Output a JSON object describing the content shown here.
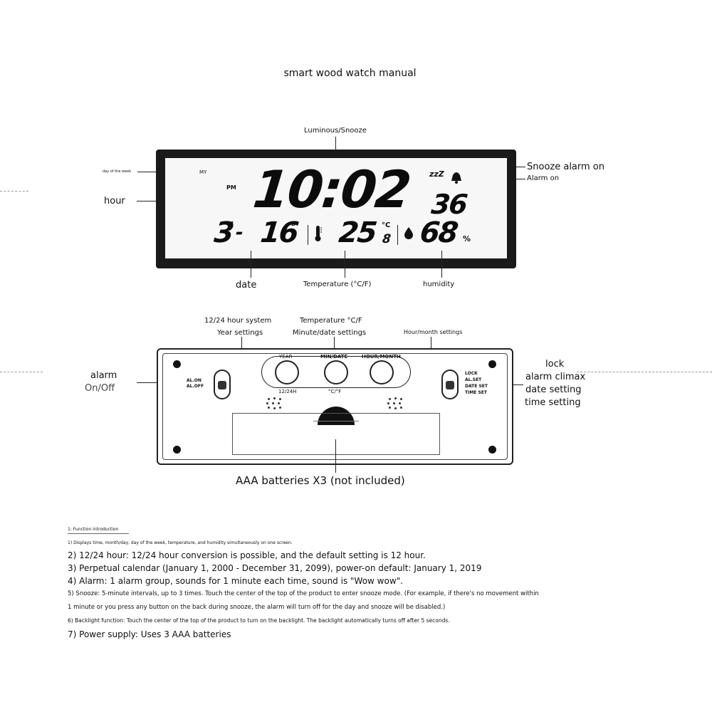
{
  "title": "smart wood watch manual",
  "front": {
    "label_top": "Luminous/Snooze",
    "label_day_of_week": "day of the week",
    "label_hour": "hour",
    "label_snooze_on": "Snooze alarm on",
    "label_alarm_on": "Alarm on",
    "label_date": "date",
    "label_temperature": "Temperature (°C/F)",
    "label_humidity": "humidity",
    "lcd": {
      "my": "MY",
      "pm": "PM",
      "time": "10:02",
      "zzz": "zzZ",
      "seconds": "36",
      "month": "3",
      "month_unit": "M",
      "dash": "-",
      "day": "16",
      "day_unit": "D",
      "temp_int": "25",
      "temp_dec": "8",
      "temp_unit": "°C",
      "humidity": "68",
      "humidity_unit": "%"
    }
  },
  "back": {
    "label_1224": "12/24 hour system",
    "label_year_settings": "Year settings",
    "label_temp_cf": "Temperature °C/F",
    "label_min_date": "Minute/date settings",
    "label_hour_month": "Hour/month settings",
    "label_alarm": "alarm",
    "label_on_off": "On/Off",
    "label_lock": "lock",
    "label_alarm_climax": "alarm climax",
    "label_date_setting": "date setting",
    "label_time_setting": "time setting",
    "btn_year": "YEAR",
    "btn_min_date": "MIN/DATE",
    "btn_hour_month": "HOUR/MONTH",
    "btn_1224h": "12/24H",
    "btn_cf": "°C/°F",
    "switch_al_on": "AL.ON",
    "switch_al_off": "AL.OFF",
    "switch_lock": "LOCK",
    "switch_alset": "AL.SET",
    "switch_dateset": "DATE SET",
    "switch_timeset": "TIME SET",
    "batteries": "AAA batteries X3 (not included)"
  },
  "intro": {
    "heading": "1: Function introduction",
    "item1": "1) Displays time, month/day, day of the week, temperature, and humidity simultaneously on one screen.",
    "item2": "2) 12/24 hour: 12/24 hour conversion is possible, and the default setting is 12 hour.",
    "item3": "3) Perpetual calendar (January 1, 2000 - December 31, 2099), power-on default: January 1, 2019",
    "item4": "4) Alarm: 1 alarm group, sounds for 1 minute each time, sound is \"Wow wow\".",
    "item5a": "5) Snooze: 5-minute intervals, up to 3 times. Touch the center of the top of the product to enter snooze mode. (For example, if there's no movement within",
    "item5b": "1 minute or you press any button on the back during snooze, the alarm will turn off for the day and snooze will be disabled.)",
    "item6": "6) Backlight function: Touch the center of the top of the product to turn on the backlight. The backlight automatically turns off after 5 seconds.",
    "item7": "7) Power supply: Uses 3 AAA batteries"
  }
}
